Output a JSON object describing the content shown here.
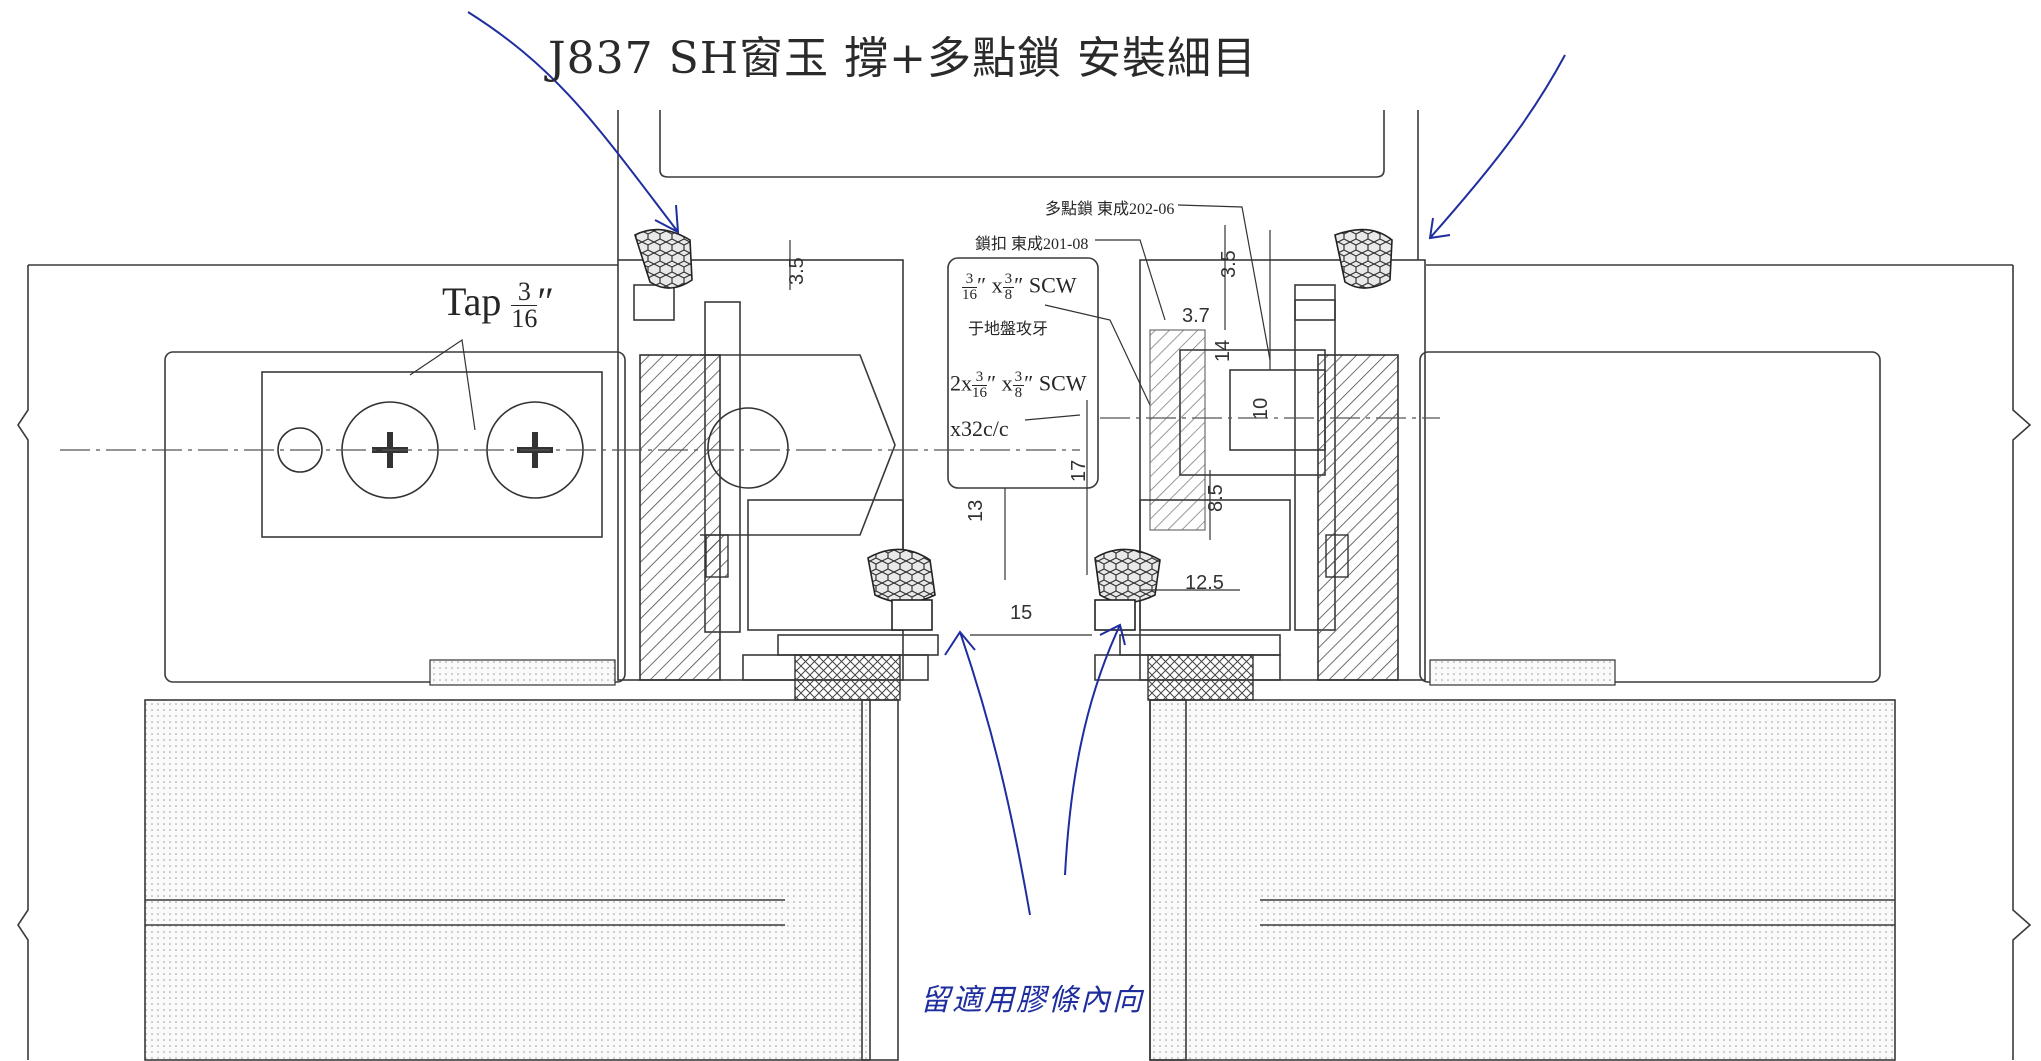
{
  "title": "J837 SH窗玉 撐+多點鎖 安裝細目",
  "callouts": {
    "multi_point_lock": "多點鎖 東成202-06",
    "lock_buckle": "鎖扣 東成201-08",
    "screw_spec_num": "3",
    "screw_spec_den": "16",
    "screw_spec_num2": "3",
    "screw_spec_den2": "8",
    "screw_spec_suffix": "SCW",
    "tap_on_base": "于地盤攻牙",
    "multi_screw_prefix": "2x",
    "multi_screw_num": "3",
    "multi_screw_den": "16",
    "multi_screw_num2": "3",
    "multi_screw_den2": "8",
    "multi_screw_suffix": "SCW",
    "multi_screw_spacing": "x32c/c",
    "tap_label": "Tap",
    "tap_num": "3",
    "tap_den": "16"
  },
  "dimensions": {
    "d_top_left": "3.5",
    "d_top_right": "3.5",
    "d_3_7": "3.7",
    "d_14": "14",
    "d_10": "10",
    "d_17": "17",
    "d_13": "13",
    "d_8_5": "8.5",
    "d_12_5": "12.5",
    "d_15": "15"
  },
  "handwritten_note": "留適用膠條內向",
  "colors": {
    "line": "#3a3a3a",
    "annotation_ink": "#1f2e9e",
    "hatch": "#5a5a5a",
    "fill_dots": "#f2f2f2"
  }
}
